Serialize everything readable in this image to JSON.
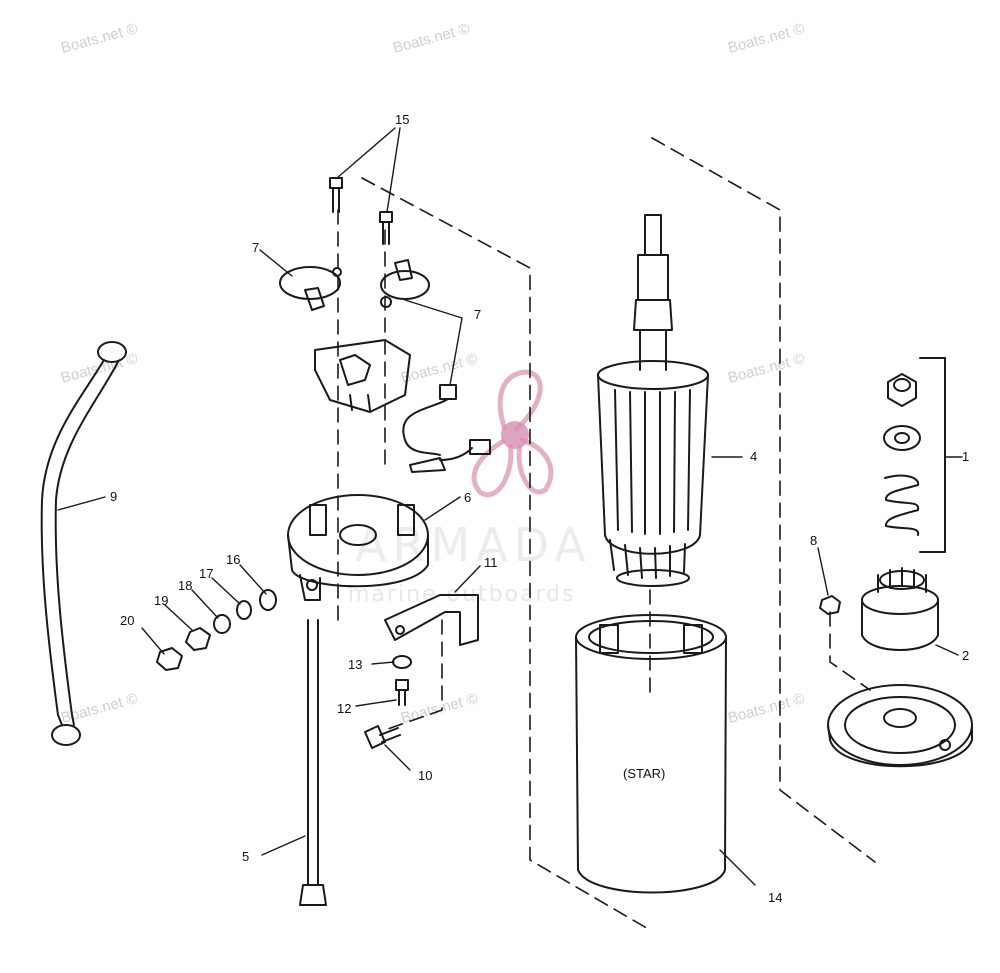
{
  "watermarks": [
    "Boats.net ©",
    "Boats.net ©",
    "Boats.net ©",
    "Boats.net ©",
    "Boats.net ©",
    "Boats.net ©",
    "Boats.net ©",
    "Boats.net ©",
    "Boats.net ©"
  ],
  "brand": {
    "name": "ARMADA",
    "subtitle": "marine outboards",
    "accent": "#d88fb0"
  },
  "callouts": [
    "1",
    "2",
    "4",
    "5",
    "6",
    "7",
    "7",
    "8",
    "9",
    "10",
    "11",
    "12",
    "13",
    "14",
    "15",
    "16",
    "17",
    "18",
    "19",
    "20"
  ],
  "housing_label": "(STAR)",
  "colors": {
    "line": "#1a1a1a",
    "watermark": "#cfcfcf"
  }
}
